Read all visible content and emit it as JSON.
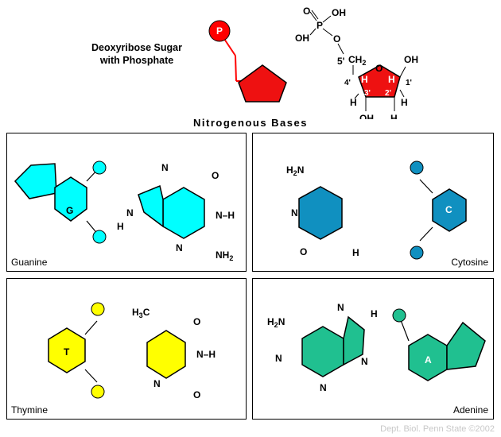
{
  "header": {
    "sugar_title_line1": "Deoxyribose Sugar",
    "sugar_title_line2": "with Phosphate",
    "phosphate_symbol": "P"
  },
  "structure_labels": {
    "oh1": "OH",
    "oh2": "OH",
    "p": "P",
    "o_top": "O",
    "o_link": "O",
    "c5": "5'",
    "ch2": "CH",
    "ch2_sub": "2",
    "ring_o": "O",
    "oh_right": "OH",
    "c4": "4'",
    "c3": "3'",
    "c2": "2'",
    "c1": "1'",
    "h_left": "H",
    "h_mid": "H",
    "h_ring1": "H",
    "h_ring2": "H",
    "h_bottom_left": "H",
    "h_bottom_right": "H",
    "oh_bottom": "OH"
  },
  "section_title": "Nitrogenous Bases",
  "panels": {
    "guanine": {
      "label": "Guanine",
      "symbol": "G"
    },
    "cytosine": {
      "label": "Cytosine",
      "symbol": "C"
    },
    "thymine": {
      "label": "Thymine",
      "symbol": "T"
    },
    "adenine": {
      "label": "Adenine",
      "symbol": "A"
    }
  },
  "atoms": {
    "N": "N",
    "O": "O",
    "H": "H",
    "NH": "N–H",
    "NH2": "NH",
    "H2N": "H",
    "sub2": "2",
    "H3C": "H",
    "sub3": "3",
    "C": "C"
  },
  "colors": {
    "phosphate": "#ff0000",
    "sugar": "#ee1111",
    "guanine": "#00ffff",
    "cytosine": "#1090c0",
    "thymine": "#ffff00",
    "adenine": "#20c090"
  },
  "credit": "Dept. Biol. Penn State ©2002"
}
